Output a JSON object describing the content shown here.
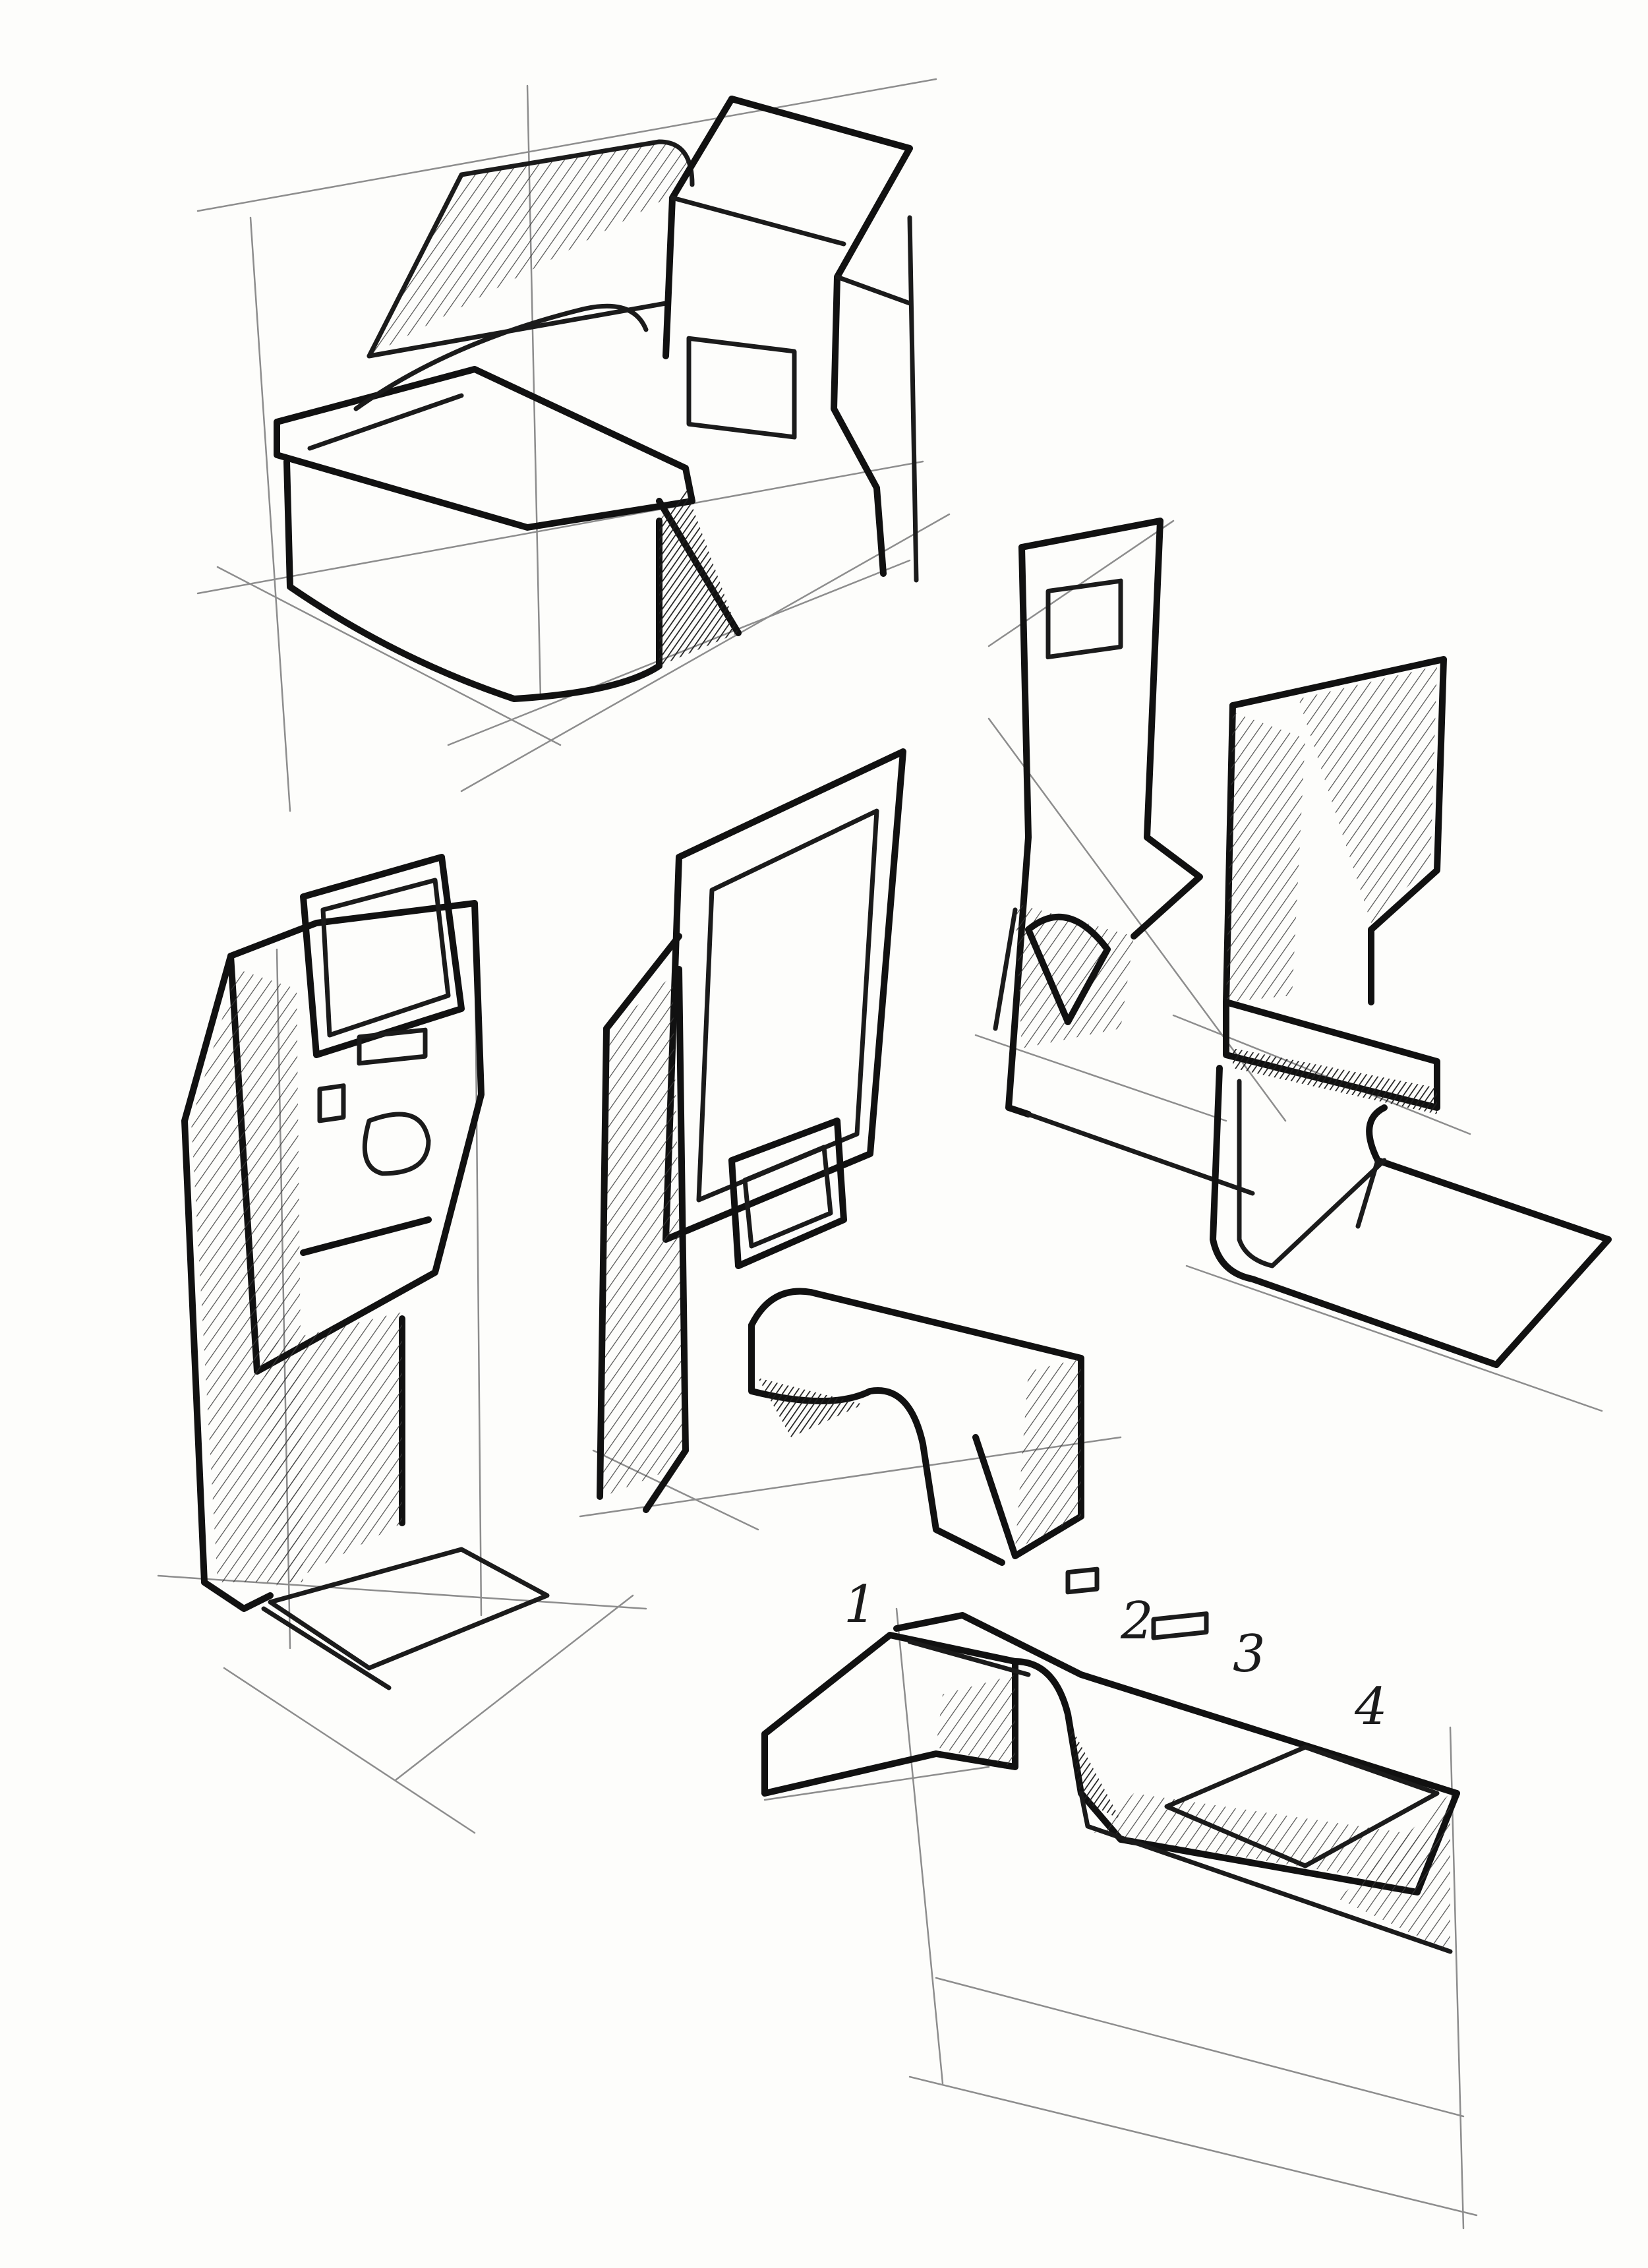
{
  "sketch": {
    "kind": "pen concept sketch sheet",
    "paper_color": "#fdfdfb",
    "ink_color": "#1b1b1b",
    "drawings": [
      "kiosk-counter-sketch",
      "tall-seat-kiosk-sketch",
      "curved-shell-seat-sketch",
      "atm-kiosk-sketch",
      "panel-bench-sketch",
      "counter-module-sketch"
    ],
    "callouts": [
      "1",
      "2",
      "3",
      "4"
    ]
  }
}
